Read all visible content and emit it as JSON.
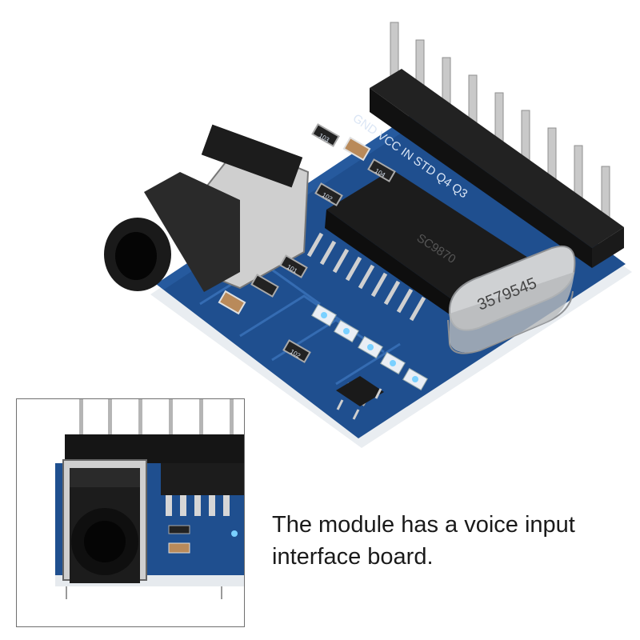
{
  "product": {
    "caption": "The module has a voice input interface board.",
    "pin_labels": "GND VCC IN STD Q4 Q3",
    "chip_marking": "SC9870",
    "crystal_marking": "3579545",
    "resistor_codes": [
      "103",
      "102",
      "101",
      "104",
      "102",
      "103"
    ],
    "colors": {
      "pcb": "#1f4f8f",
      "pcb_edge": "#e8ecf0",
      "header": "#1b1b1b",
      "pins": "#c9c9c9",
      "silkscreen": "#dbe6f5",
      "led": "#7ad0ff"
    }
  }
}
